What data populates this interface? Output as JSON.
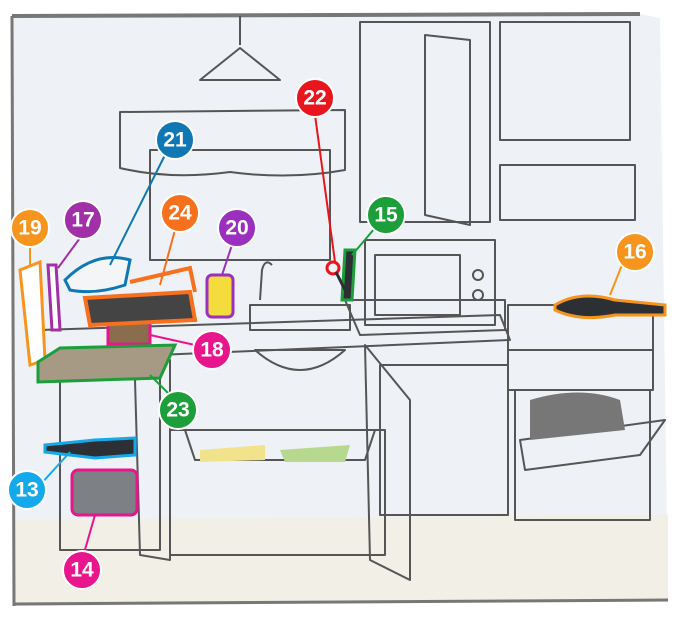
{
  "callouts": [
    {
      "number": "13",
      "object": "saucepan",
      "color": "#14a9ea"
    },
    {
      "number": "14",
      "object": "pot",
      "color": "#e8158c"
    },
    {
      "number": "15",
      "object": "knife",
      "color": "#1c9e3a"
    },
    {
      "number": "16",
      "object": "frying-pan",
      "color": "#f7941d"
    },
    {
      "number": "17",
      "object": "dish-brush",
      "color": "#a02fa8"
    },
    {
      "number": "18",
      "object": "sponge",
      "color": "#e8158c"
    },
    {
      "number": "19",
      "object": "towel",
      "color": "#f7941d"
    },
    {
      "number": "20",
      "object": "dish-soap",
      "color": "#9b2fbf"
    },
    {
      "number": "21",
      "object": "colander",
      "color": "#0f78b4"
    },
    {
      "number": "22",
      "object": "scissors",
      "color": "#e8141e"
    },
    {
      "number": "23",
      "object": "cutting-board",
      "color": "#1c9e3a"
    },
    {
      "number": "24",
      "object": "dish-rack",
      "color": "#f7701d"
    }
  ]
}
